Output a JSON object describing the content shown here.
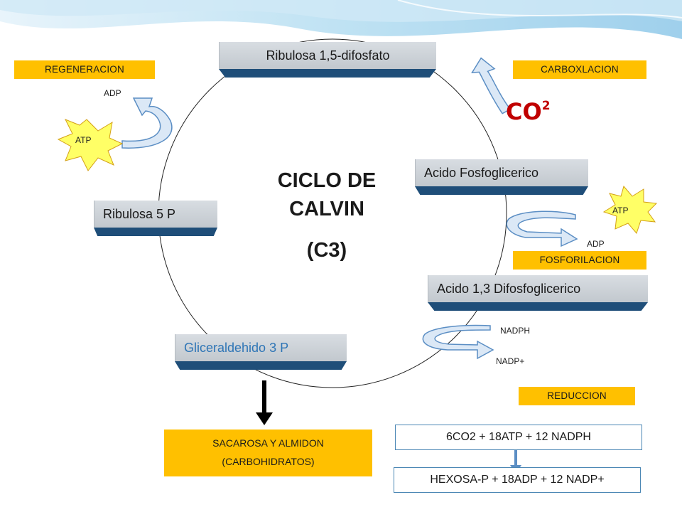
{
  "compounds": {
    "rubp": "Ribulosa 1,5-difosfato",
    "pga": "Acido Fosfoglicerico",
    "bpga": "Acido 1,3 Difosfoglicerico",
    "g3p": "Gliceraldehido 3 P",
    "r5p": "Ribulosa 5 P"
  },
  "stages": {
    "regeneracion": "REGENERACION",
    "carboxilacion": "CARBOXLACION",
    "fosforilacion": "FOSFORILACION",
    "reduccion": "REDUCCION"
  },
  "cofactors": {
    "adp_top": "ADP",
    "atp_left": "ATP",
    "atp_right": "ATP",
    "adp_right": "ADP",
    "nadph": "NADPH",
    "nadp": "NADP+"
  },
  "co2": {
    "base": "CO",
    "sup": "2"
  },
  "center": {
    "line1": "CICLO DE",
    "line2": "CALVIN",
    "line3": "(C3)"
  },
  "product": {
    "line1": "SACAROSA Y ALMIDON",
    "line2": "(CARBOHIDRATOS)"
  },
  "equation": {
    "reactants": "6CO2 + 18ATP + 12 NADPH",
    "products": "HEXOSA-P + 18ADP + 12 NADP+"
  },
  "colors": {
    "stage": "#ffc000",
    "compound_bevel": "#1f4e79",
    "arrow_fill": "#dbe8f6",
    "arrow_stroke": "#5b8ec4",
    "star": "#ffff66",
    "co2": "#c00000"
  }
}
